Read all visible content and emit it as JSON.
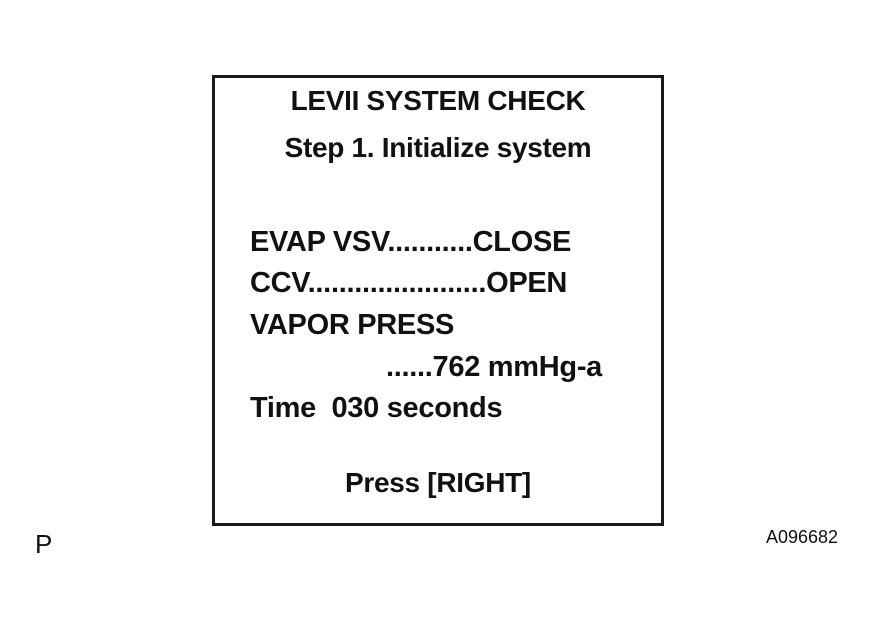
{
  "screen": {
    "title": "LEVII SYSTEM CHECK",
    "step": "Step 1. Initialize system",
    "evap_vsv": "EVAP VSV...........CLOSE",
    "ccv": "CCV.......................OPEN",
    "vapor_press_label": "VAPOR PRESS",
    "vapor_press_value": "......762 mmHg-a",
    "time": "Time  030 seconds",
    "prompt": "Press [RIGHT]"
  },
  "corner_mark": "P",
  "figure_id": "A096682"
}
